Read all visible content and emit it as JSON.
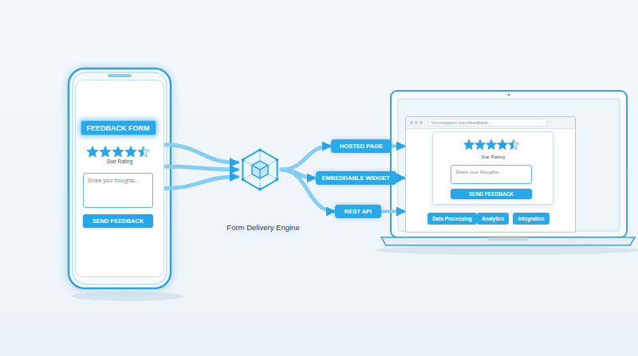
{
  "diagram": {
    "nodes": [
      {
        "text": [
          "Star Rating"
        ]
      },
      {
        "text": [
          "FEEDBACK FORM"
        ],
        "in": 0
      },
      {
        "text": [
          "Share your thoughts..."
        ],
        "in": 0
      },
      {
        "text": [
          "SEND FEEDBACK"
        ],
        "in": 0
      },
      {
        "text": [
          "Form Delivery Engine"
        ]
      },
      {
        "text": [
          "HOSTED PAGE"
        ]
      },
      {
        "text": [
          "EMBEDDABLE WIDGET"
        ]
      },
      {
        "text": [
          "REST API"
        ]
      },
      {
        "text": [
          "formsupport.com/feedback"
        ]
      },
      {
        "text": [
          "Star Rating"
        ],
        "in": 8
      },
      {
        "text": [
          "Share your thoughts..."
        ],
        "in": 9
      },
      {
        "text": [
          "SEND FEEDBACK"
        ],
        "in": 9
      },
      {
        "text": [
          "Data Processing"
        ],
        "in": 8
      },
      {
        "text": [
          "Analytics"
        ],
        "in": 8
      },
      {
        "text": [
          "Integration"
        ],
        "in": 8
      }
    ],
    "edges": [
      {
        "from": 0,
        "to": 4,
        "arrow": "to"
      },
      {
        "from": 0,
        "to": 4,
        "arrow": "to"
      },
      {
        "from": 0,
        "to": 4,
        "arrow": "to"
      },
      {
        "from": 4,
        "to": 5,
        "arrow": "to"
      },
      {
        "from": 4,
        "to": 6,
        "arrow": "to"
      },
      {
        "from": 4,
        "to": 7,
        "arrow": "to"
      },
      {
        "from": 5,
        "to": 8,
        "arrow": "to"
      },
      {
        "from": 6,
        "to": 8,
        "arrow": "to"
      },
      {
        "from": 7,
        "to": 8,
        "arrow": "to"
      },
      {
        "from": 11,
        "to": 12,
        "arrow": "none"
      },
      {
        "from": 11,
        "to": 13,
        "arrow": "none"
      },
      {
        "from": 11,
        "to": 14,
        "arrow": "none"
      }
    ]
  }
}
